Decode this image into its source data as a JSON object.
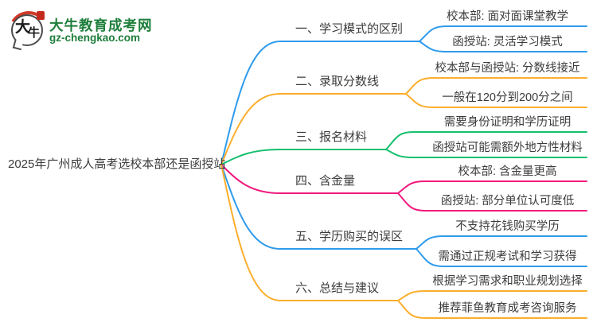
{
  "logo": {
    "title": "大牛教育成考网",
    "url": "gz-chengkao.com",
    "mark_char_1": "大",
    "mark_char_2": "牛",
    "title_color": "#1e7e3b",
    "accent_red": "#cf3a28"
  },
  "root": {
    "label": "2025年广州成人高考选校本部还是函授站"
  },
  "branches": [
    {
      "label": "一、学习模式的区别",
      "color": "#2f9bec",
      "children": [
        {
          "label": "校本部: 面对面课堂教学"
        },
        {
          "label": "函授站: 灵活学习模式"
        }
      ]
    },
    {
      "label": "二、录取分数线",
      "color": "#fcae2c",
      "children": [
        {
          "label": "校本部与函授站: 分数线接近"
        },
        {
          "label": "一般在120分到200分之间"
        }
      ]
    },
    {
      "label": "三、报名材料",
      "color": "#14bf6e",
      "children": [
        {
          "label": "需要身份证明和学历证明"
        },
        {
          "label": "函授站可能需额外地方性材料"
        }
      ]
    },
    {
      "label": "四、含金量",
      "color": "#f0197e",
      "children": [
        {
          "label": "校本部: 含金量更高"
        },
        {
          "label": "函授站: 部分单位认可度低"
        }
      ]
    },
    {
      "label": "五、学历购买的误区",
      "color": "#2f9bec",
      "children": [
        {
          "label": "不支持花钱购买学历"
        },
        {
          "label": "需通过正规考试和学习获得"
        }
      ]
    },
    {
      "label": "六、总结与建议",
      "color": "#fcae2c",
      "children": [
        {
          "label": "根据学习需求和职业规划选择"
        },
        {
          "label": "推荐菲鱼教育成考咨询服务"
        }
      ]
    }
  ]
}
